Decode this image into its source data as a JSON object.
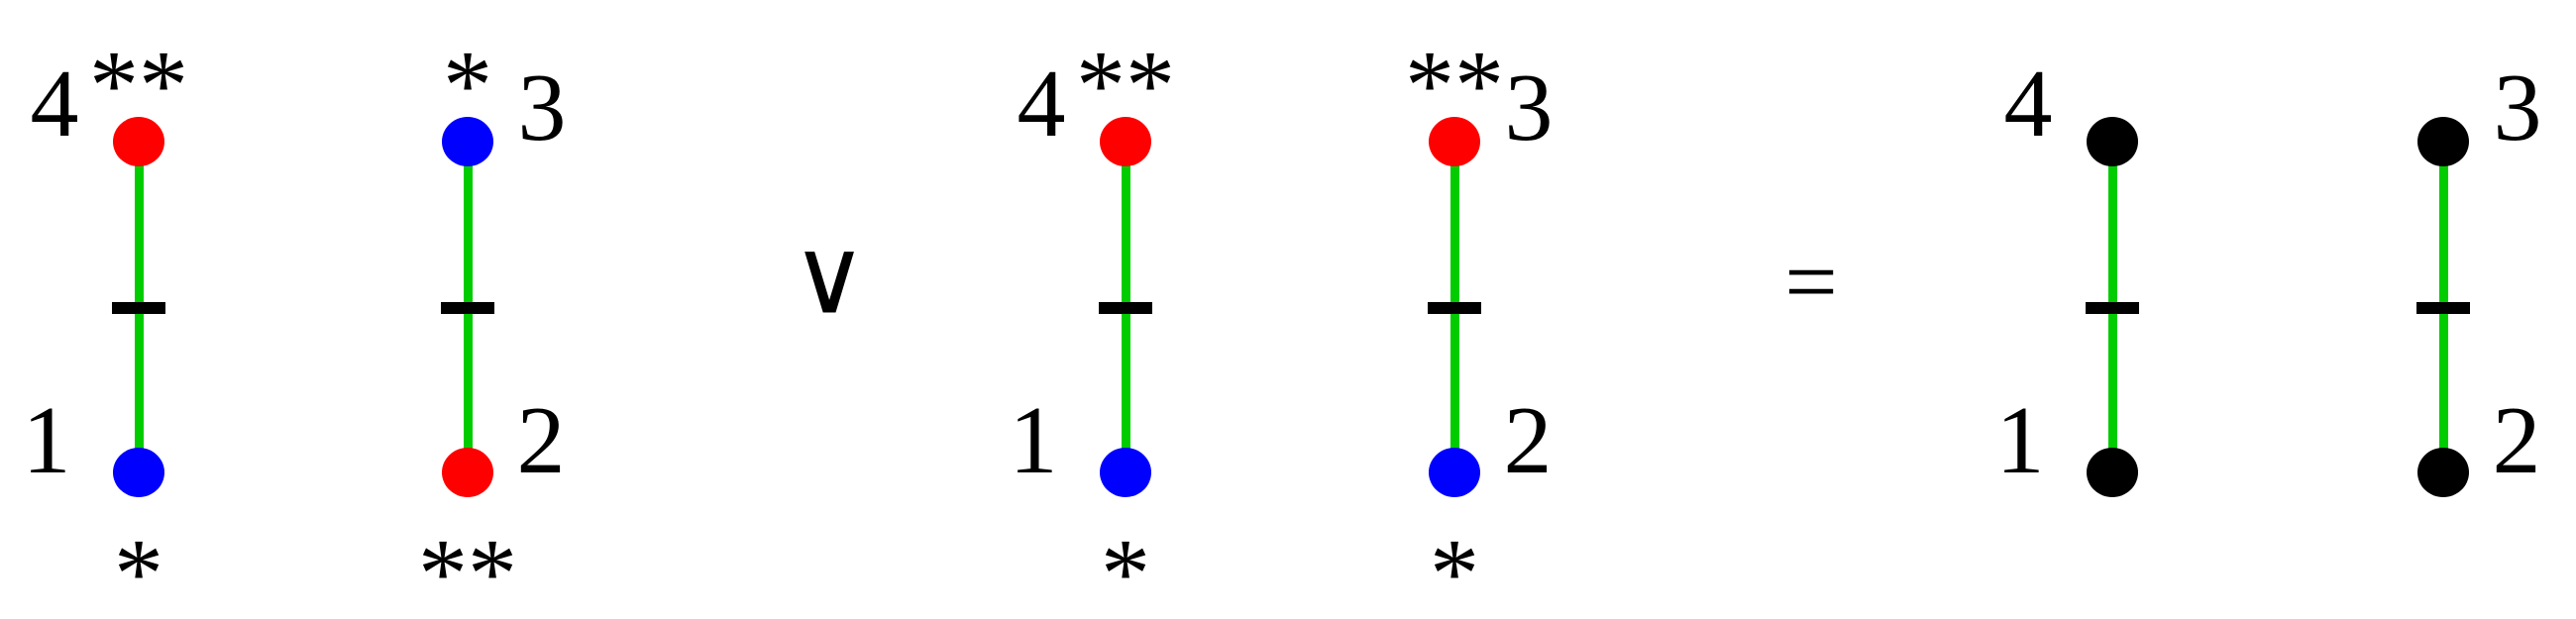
{
  "palette": {
    "red": "#ff0000",
    "blue": "#0000ff",
    "black": "#000000",
    "green_edge": "#00cc00"
  },
  "operators": {
    "join": "∨",
    "equals": "="
  },
  "groups": [
    {
      "id": "operand-1",
      "columns": [
        {
          "top": {
            "label": "4",
            "mark": "**",
            "color": "red"
          },
          "bottom": {
            "label": "1",
            "mark": "*",
            "color": "blue"
          }
        },
        {
          "top": {
            "label": "3",
            "mark": "*",
            "color": "blue"
          },
          "bottom": {
            "label": "2",
            "mark": "**",
            "color": "red"
          }
        }
      ]
    },
    {
      "id": "operand-2",
      "columns": [
        {
          "top": {
            "label": "4",
            "mark": "**",
            "color": "red"
          },
          "bottom": {
            "label": "1",
            "mark": "*",
            "color": "blue"
          }
        },
        {
          "top": {
            "label": "3",
            "mark": "**",
            "color": "red"
          },
          "bottom": {
            "label": "2",
            "mark": "*",
            "color": "blue"
          }
        }
      ]
    },
    {
      "id": "result",
      "columns": [
        {
          "top": {
            "label": "4",
            "mark": "",
            "color": "black"
          },
          "bottom": {
            "label": "1",
            "mark": "",
            "color": "black"
          }
        },
        {
          "top": {
            "label": "3",
            "mark": "",
            "color": "black"
          },
          "bottom": {
            "label": "2",
            "mark": "",
            "color": "black"
          }
        }
      ]
    }
  ]
}
